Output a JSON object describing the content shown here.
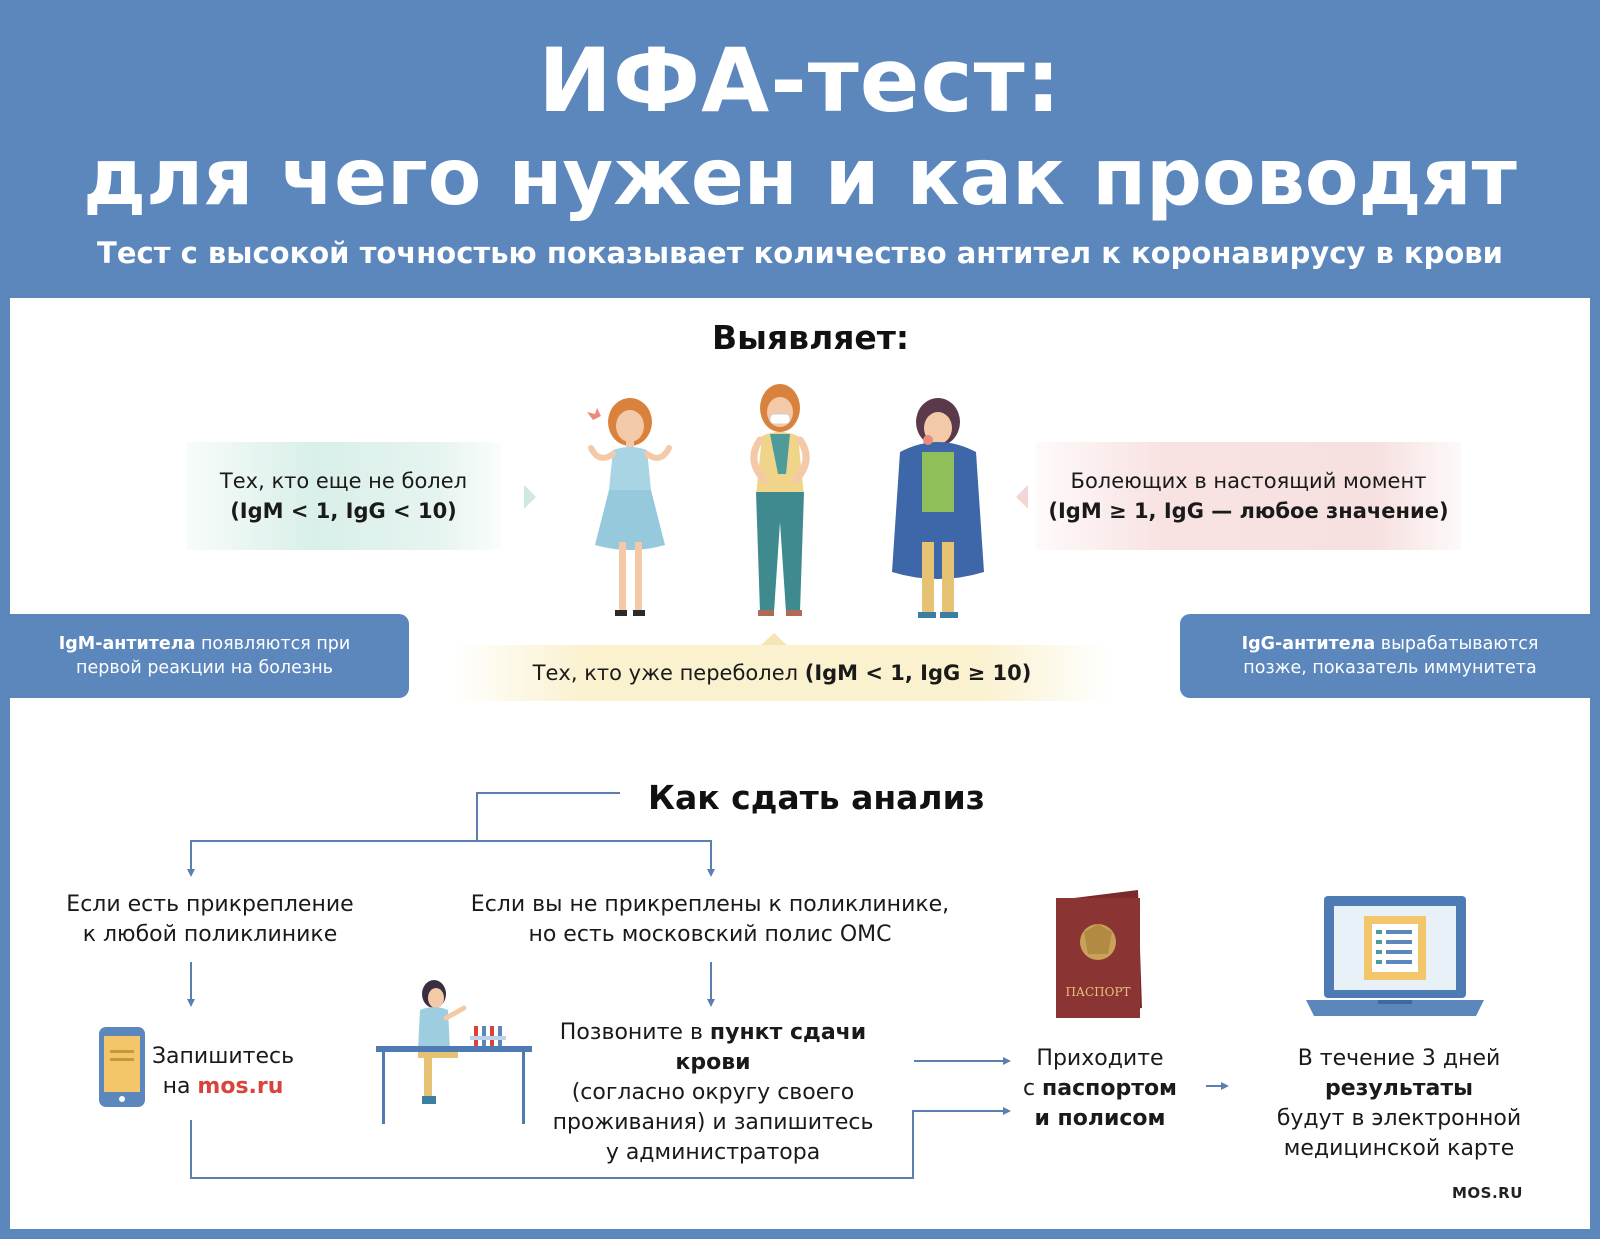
{
  "header": {
    "title_line1": "ИФА-тест:",
    "title_line2": "для чего нужен и как проводят",
    "subtitle": "Тест с высокой точностью показывает количество антител к коронавирусу в крови"
  },
  "detects": {
    "title": "Выявляет:",
    "not_sick": {
      "line1": "Тех, кто еще не болел",
      "line2": "(IgM < 1, IgG < 10)"
    },
    "sick_now": {
      "line1": "Болеющих в настоящий момент",
      "line2": "(IgM ≥ 1, IgG — любое значение)"
    },
    "recovered": {
      "text": "Тех, кто уже переболел ",
      "values": "(IgM < 1, IgG ≥ 10)"
    },
    "igm_info": {
      "bold": "IgM-антитела",
      "rest1": " появляются при",
      "rest2": "первой реакции на болезнь"
    },
    "igg_info": {
      "bold": "IgG-антитела",
      "rest1": " вырабатываются",
      "rest2": "позже, показатель иммунитета"
    }
  },
  "how": {
    "title": "Как сдать анализ",
    "branch_attached": {
      "line1": "Если есть прикрепление",
      "line2": "к любой поликлинике"
    },
    "branch_not_attached": {
      "line1": "Если вы не прикреплены к поликлинике,",
      "line2": "но есть московский полис ОМС"
    },
    "signup": {
      "line1": "Запишитесь",
      "prefix": "на ",
      "link": "mos.ru"
    },
    "call": {
      "prefix": "Позвоните в ",
      "bold": "пункт сдачи крови",
      "line2": "(согласно округу своего",
      "line3": "проживания) и запишитесь",
      "line4": "у администратора"
    },
    "come": {
      "line1": "Приходите",
      "prefix": "с ",
      "bold1": "паспортом",
      "bold2": "и полисом"
    },
    "results": {
      "prefix": "В течение 3 дней ",
      "bold": "результаты",
      "line2": "будут в электронной",
      "line3": "медицинской карте"
    },
    "passport_label": "ПАСПОРТ"
  },
  "footer": {
    "brand": "MOS.RU"
  },
  "colors": {
    "brand_blue": "#5b87bd",
    "green_box": "#d9efe9",
    "pink_box": "#f8e2e2",
    "yellow_box": "#faf1cf",
    "link_red": "#d9433c"
  }
}
